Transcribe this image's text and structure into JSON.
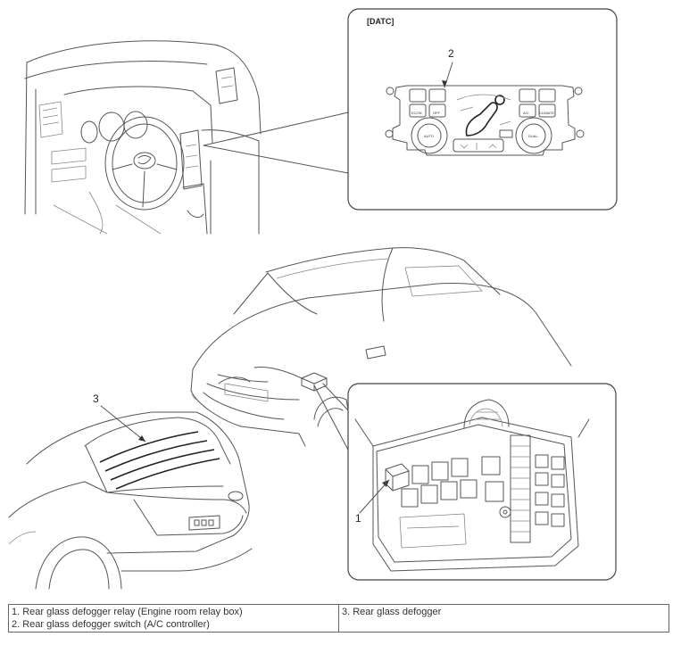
{
  "callouts": {
    "datc_tag": "[DATC]",
    "num1": "1",
    "num2": "2",
    "num3": "3"
  },
  "controller_labels": {
    "econ": "ECON",
    "auto": "AUTO",
    "dual": "DUAL",
    "off": "OFF",
    "ac": "A/C",
    "climate": "CLIMATE"
  },
  "legend": {
    "item1": "1. Rear glass defogger relay (Engine room relay box)",
    "item2": "2. Rear glass defogger switch (A/C controller)",
    "item3": "3. Rear glass defogger"
  }
}
